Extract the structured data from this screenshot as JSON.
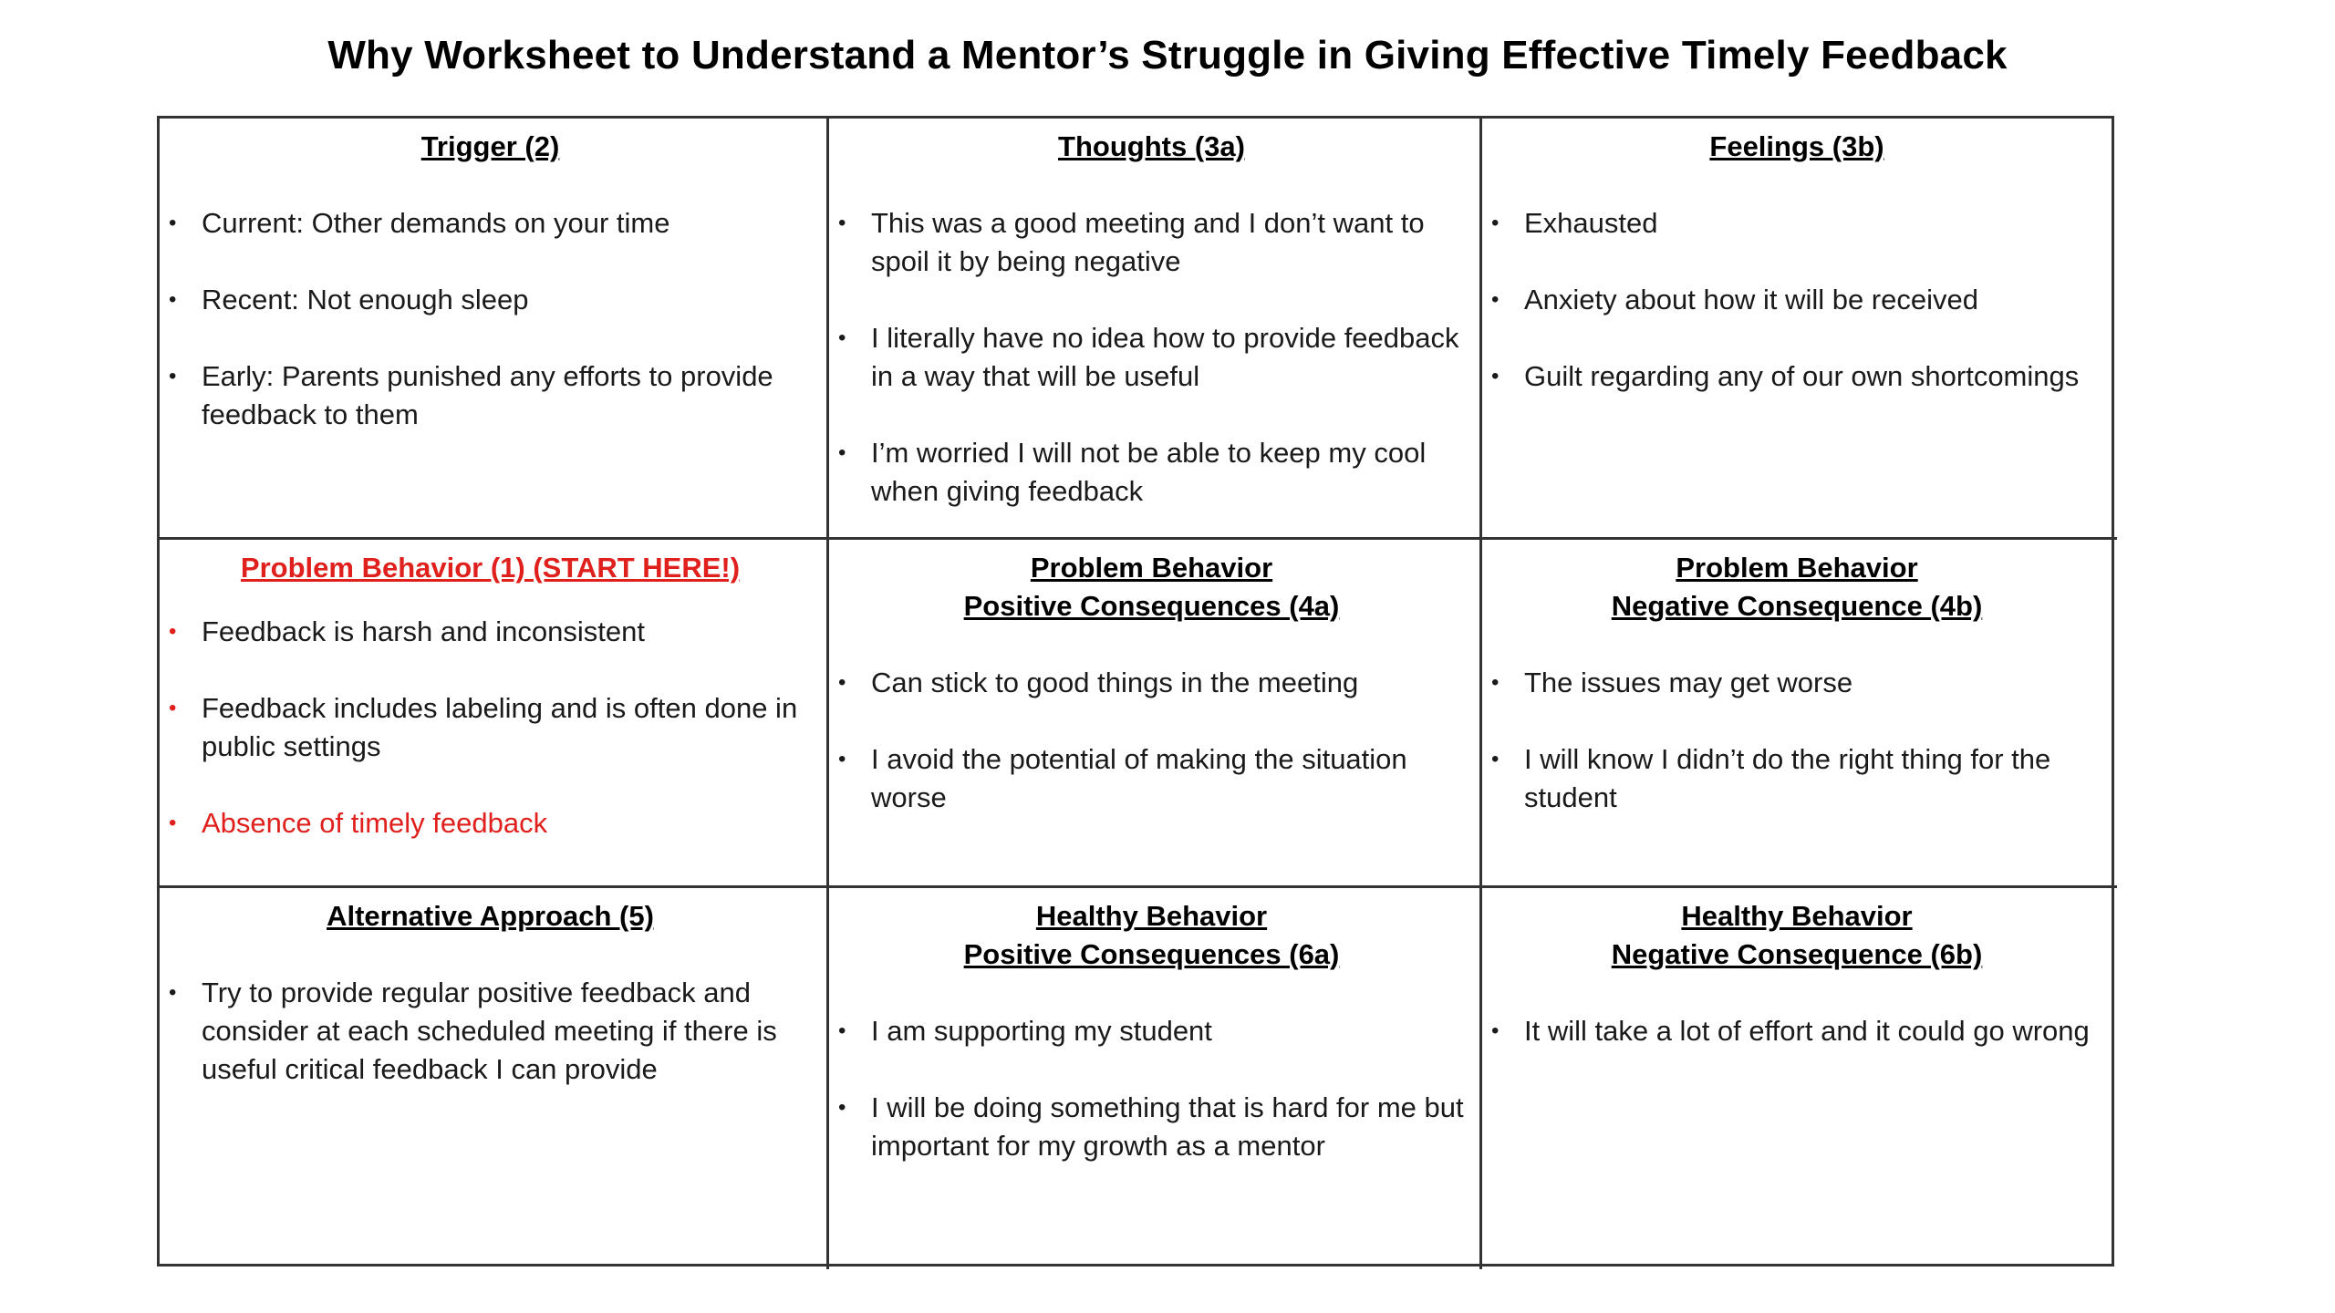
{
  "title": "Why Worksheet to Understand a Mentor’s Struggle in Giving Effective Timely Feedback",
  "colors": {
    "highlight": "#e0201c",
    "border": "#333333",
    "text": "#1a1a1a"
  },
  "bullet_glyph": "•",
  "cells": {
    "trigger": {
      "header": [
        "Trigger (2)"
      ],
      "items": [
        "Current: Other demands on your time",
        "Recent: Not enough sleep",
        "Early: Parents punished any efforts to provide feedback to them"
      ]
    },
    "thoughts": {
      "header": [
        "Thoughts (3a)"
      ],
      "items": [
        "This was a good meeting and I don’t want to spoil it by being negative",
        "I literally have no idea how to provide feedback in a way that will be useful",
        "I’m worried I will not be able to keep my cool when giving feedback"
      ]
    },
    "feelings": {
      "header": [
        "Feelings (3b)"
      ],
      "items": [
        "Exhausted",
        "Anxiety about how it will be received",
        "Guilt regarding any of our own shortcomings"
      ]
    },
    "problem_behavior": {
      "header": [
        "Problem Behavior (1) (START HERE!)"
      ],
      "items": [
        "Feedback is harsh and inconsistent",
        "Feedback includes labeling and is often done in public settings",
        "Absence of timely feedback"
      ]
    },
    "problem_positive": {
      "header": [
        "Problem Behavior",
        "Positive Consequences (4a)"
      ],
      "items": [
        "Can stick to good things in the meeting",
        "I avoid the potential of making the situation worse"
      ]
    },
    "problem_negative": {
      "header": [
        "Problem Behavior",
        "Negative Consequence (4b)"
      ],
      "items": [
        "The issues may get worse",
        "I will know I didn’t do the right thing for the student"
      ]
    },
    "alternative": {
      "header": [
        "Alternative Approach (5)"
      ],
      "items": [
        "Try to provide regular positive feedback and consider at each scheduled meeting if there is useful critical feedback I can provide"
      ]
    },
    "healthy_positive": {
      "header": [
        "Healthy Behavior",
        "Positive Consequences (6a)"
      ],
      "items": [
        "I am supporting my student",
        "I will be doing something that is hard for me but important for my growth as a mentor"
      ]
    },
    "healthy_negative": {
      "header": [
        "Healthy Behavior",
        "Negative Consequence (6b)"
      ],
      "items": [
        "It will take a lot of effort and it could go wrong"
      ]
    }
  }
}
